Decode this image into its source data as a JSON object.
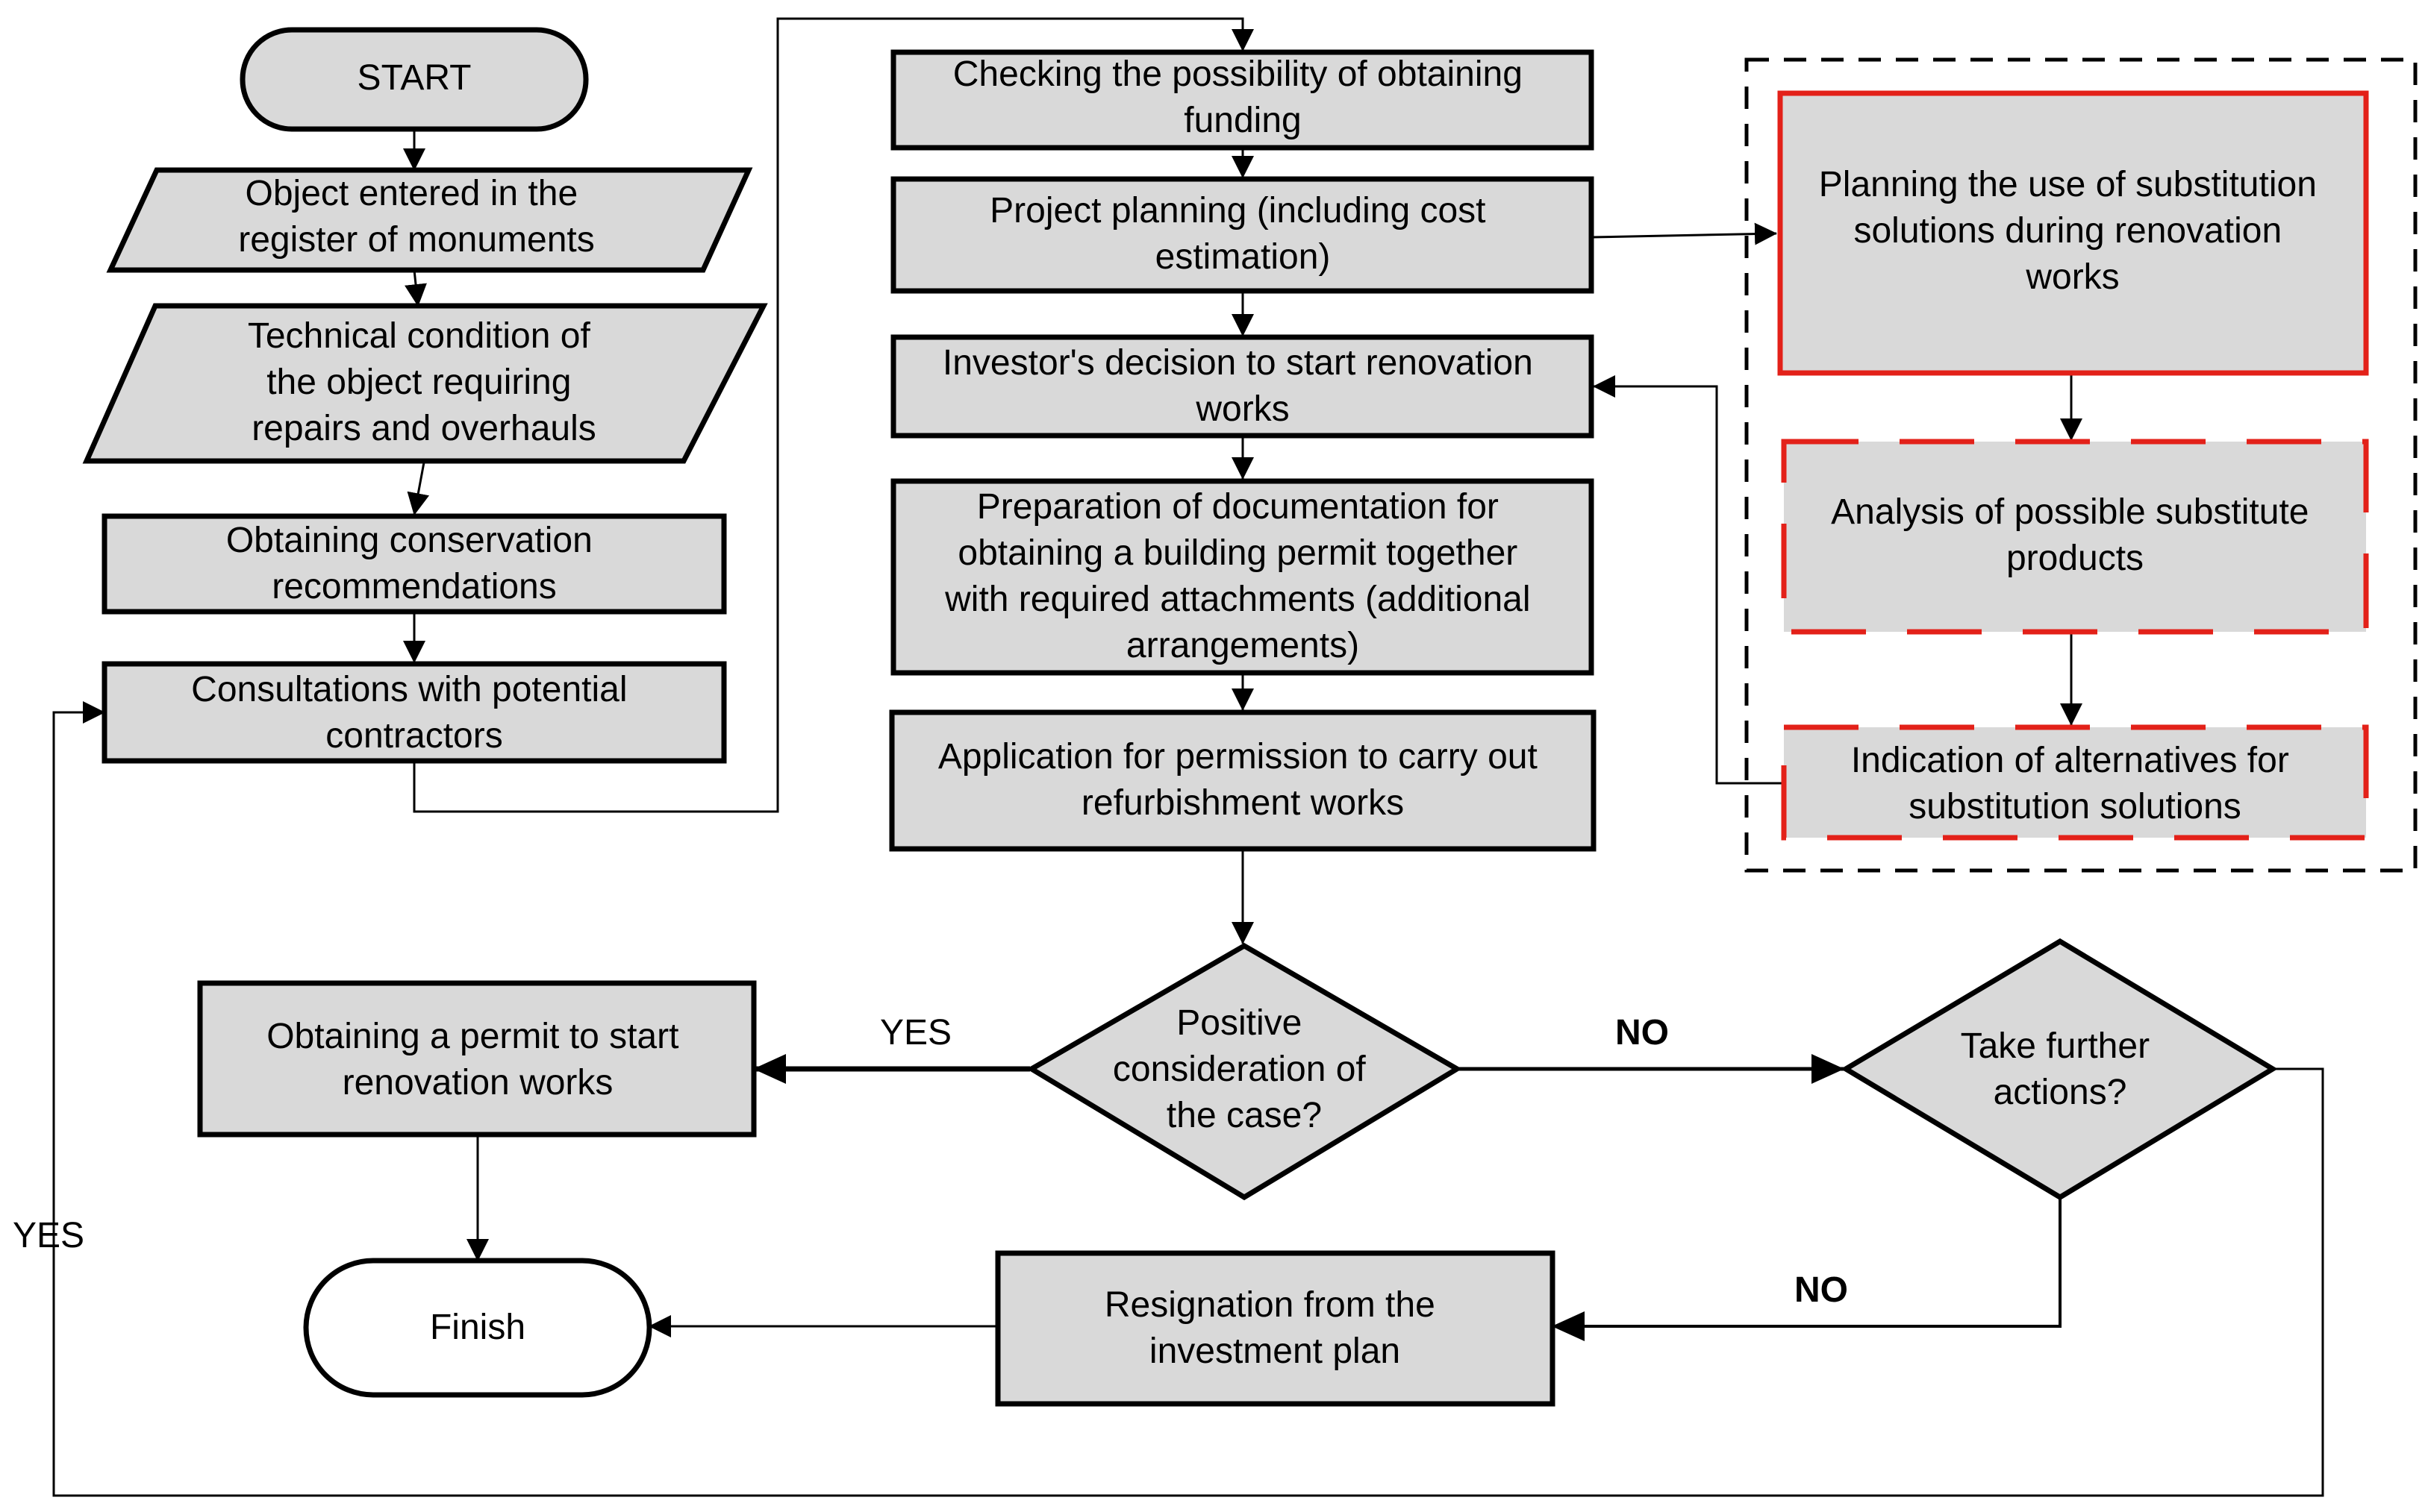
{
  "colors": {
    "node_fill": "#d9d9d9",
    "stroke": "#000000",
    "highlight": "#e32119",
    "background": "#ffffff"
  },
  "nodes": {
    "start": "START",
    "register": [
      "Object entered in the",
      "register of monuments"
    ],
    "technical": [
      "Technical condition of",
      "the object requiring",
      "repairs and overhauls"
    ],
    "conservation": [
      "Obtaining conservation",
      "recommendations"
    ],
    "consultations": [
      "Consultations with potential",
      "contractors"
    ],
    "funding": [
      "Checking the possibility of obtaining",
      "funding"
    ],
    "planning": [
      "Project planning (including cost",
      "estimation)"
    ],
    "decision": [
      "Investor's decision to start renovation",
      "works"
    ],
    "documentation": [
      "Preparation of documentation for",
      "obtaining a building permit together",
      "with required attachments (additional",
      "arrangements)"
    ],
    "application": [
      "Application for permission to carry out",
      "refurbishment works"
    ],
    "positive": [
      "Positive",
      "consideration of",
      "the case?"
    ],
    "further": [
      "Take further",
      "actions?"
    ],
    "permit": [
      "Obtaining a permit to start",
      "renovation works"
    ],
    "finish": "Finish",
    "resignation": [
      "Resignation from the",
      "investment plan"
    ],
    "substitution": [
      "Planning the use of substitution",
      "solutions during renovation",
      "works"
    ],
    "analysis": [
      "Analysis of possible substitute",
      "products"
    ],
    "alternatives": [
      "Indication of alternatives for",
      "substitution solutions"
    ]
  },
  "edge_labels": {
    "yes_permit": "YES",
    "no_further": "NO",
    "no_resign": "NO",
    "yes_loop": "YES"
  }
}
